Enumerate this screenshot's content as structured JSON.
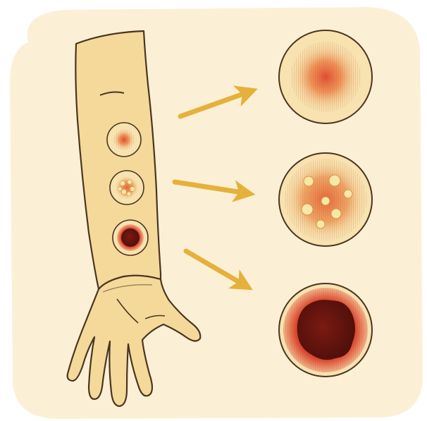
{
  "illustration": {
    "subject": "forearm-with-skin-lesions",
    "stages": [
      {
        "id": "stage-1",
        "kind": "red-patch"
      },
      {
        "id": "stage-2",
        "kind": "pustules"
      },
      {
        "id": "stage-3",
        "kind": "dark-ulcer-eschar"
      }
    ]
  },
  "colors": {
    "panel": "#fbf0d6",
    "skin": "#f5d99b",
    "outline": "#4a3520",
    "arrow": "#e6b13a",
    "redness": "#e0452c",
    "pustule": "#f8e8a8",
    "eschar": "#6e1810"
  }
}
